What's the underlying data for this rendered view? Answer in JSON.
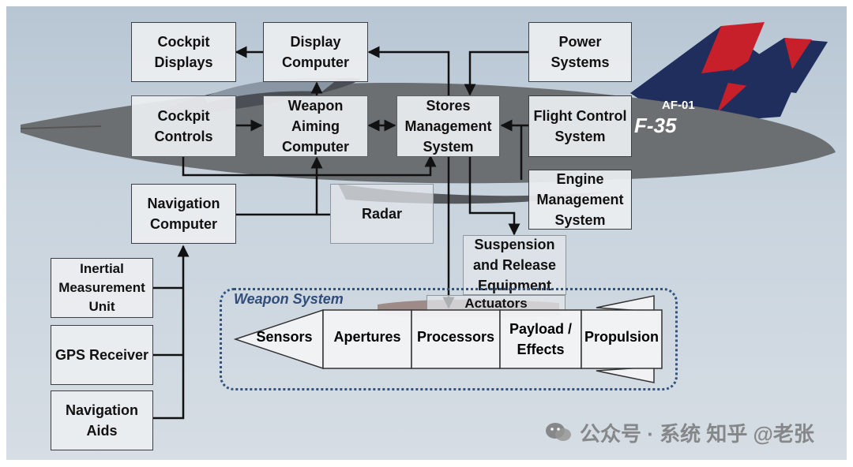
{
  "blocks": {
    "cockpit_displays": "Cockpit\nDisplays",
    "display_computer": "Display\nComputer",
    "power_systems": "Power\nSystems",
    "cockpit_controls": "Cockpit\nControls",
    "weapon_aiming_computer": "Weapon\nAiming\nComputer",
    "stores_management_system": "Stores\nManagement\nSystem",
    "flight_control_system": "Flight Control\nSystem",
    "engine_management_system": "Engine\nManagement\nSystem",
    "navigation_computer": "Navigation\nComputer",
    "radar": "Radar",
    "suspension_release": "Suspension\nand Release\nEquipment",
    "actuators": "Actuators",
    "inertial_measurement_unit": "Inertial\nMeasurement\nUnit",
    "gps_receiver": "GPS Receiver",
    "navigation_aids": "Navigation\nAids"
  },
  "weapon_system": {
    "label": "Weapon System",
    "sections": [
      "Sensors",
      "Apertures",
      "Processors",
      "Payload /\nEffects",
      "Propulsion"
    ]
  },
  "aircraft_markings": {
    "tail_code": "AF-01",
    "model": "F-35"
  },
  "watermark": {
    "text": "公众号 · 系统 知乎 @老张"
  },
  "colors": {
    "box_fill": "#eceef0",
    "box_border": "#5b5f66",
    "arrow": "#111111",
    "weapon_frame": "#33527c",
    "tail_red": "#c8202a",
    "tail_blue": "#1f2e5c"
  }
}
